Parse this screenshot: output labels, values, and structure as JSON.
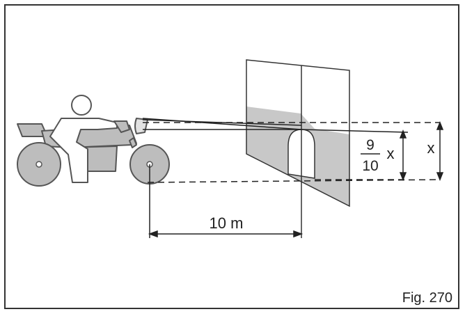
{
  "figure": {
    "caption": "Fig. 270"
  },
  "dimensions": {
    "distance_label": "10 m",
    "fraction_numerator": "9",
    "fraction_denominator": "10",
    "inner_height_var": "x",
    "outer_height_var": "x"
  },
  "colors": {
    "outline": "#333333",
    "shade": "#c8c8c8",
    "vehicle_fill": "#bdbdbd",
    "vehicle_light": "#e2e2e2"
  },
  "icons": {
    "vehicle": "atv-rider-icon",
    "wall": "projection-wall",
    "headlamp": "headlamp-icon"
  }
}
